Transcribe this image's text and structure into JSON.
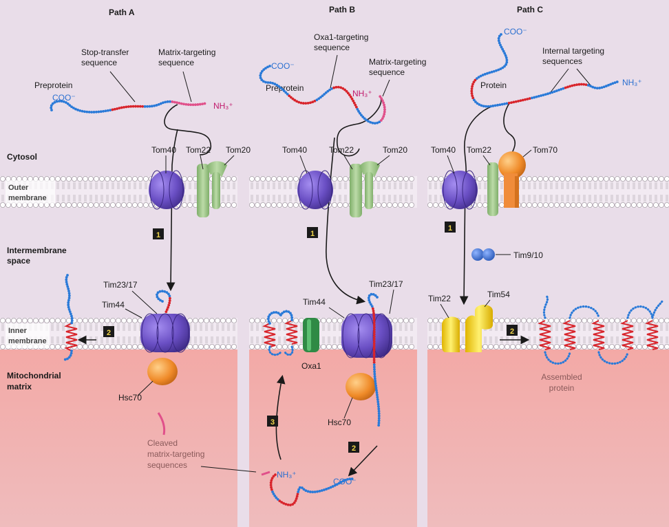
{
  "paths": [
    {
      "title": "Path A",
      "preprotein_label": "Preprotein",
      "coo_label": "COO⁻",
      "nh3_label": "NH₃⁺",
      "stop_transfer_label": "Stop-transfer\nsequence",
      "matrix_targeting_label": "Matrix-targeting\nsequence",
      "tom40": "Tom40",
      "tom22": "Tom22",
      "tom20": "Tom20",
      "tim23": "Tim23/17",
      "tim44": "Tim44",
      "hsc70": "Hsc70",
      "cleaved_label": "Cleaved\nmatrix-targeting\nsequences",
      "step1": "1",
      "step2": "2"
    },
    {
      "title": "Path B",
      "oxa1_targeting_label": "Oxa1-targeting\nsequence",
      "matrix_targeting_label": "Matrix-targeting\nsequence",
      "preprotein_label": "Preprotein",
      "coo_label": "COO⁻",
      "nh3_label": "NH₃⁺",
      "tom40": "Tom40",
      "tom22": "Tom22",
      "tom20": "Tom20",
      "tim44": "Tim44",
      "tim23": "Tim23/17",
      "oxa1": "Oxa1",
      "hsc70": "Hsc70",
      "step1": "1",
      "step2": "2",
      "step3": "3",
      "bottom_nh3": "NH₃⁺",
      "bottom_coo": "COO⁻"
    },
    {
      "title": "Path C",
      "coo_label": "COO⁻",
      "protein_label": "Protein",
      "internal_targeting_label": "Internal targeting\nsequences",
      "nh3_label": "NH₃⁺",
      "tom40": "Tom40",
      "tom22": "Tom22",
      "tom70": "Tom70",
      "tim910": "Tim9/10",
      "tim22": "Tim22",
      "tim54": "Tim54",
      "assembled_label": "Assembled\nprotein",
      "step1": "1",
      "step2": "2"
    }
  ],
  "regions": {
    "cytosol": "Cytosol",
    "outer_membrane": "Outer\nmembrane",
    "intermembrane": "Intermembrane\nspace",
    "inner_membrane": "Inner\nmembrane",
    "matrix": "Mitochondrial\nmatrix"
  },
  "colors": {
    "background": "#e9dde9",
    "matrix": "#f0a5a2",
    "tom40": "#6a4fc4",
    "tom22_tom20": "#9ec48a",
    "tom70": "#f08c3a",
    "tim22_tim54": "#f0d020",
    "oxa1": "#2f8a45",
    "hsc70": "#ef8a28",
    "tim910": "#3b6fd0",
    "chain_blue": "#2a7ad8",
    "chain_red": "#d8242b",
    "chain_pink": "#e0508a"
  }
}
